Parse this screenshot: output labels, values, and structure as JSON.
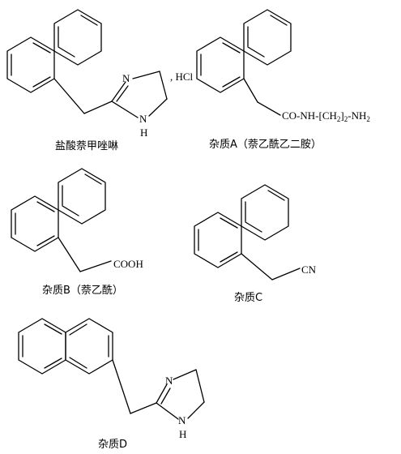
{
  "figure": {
    "structures": [
      {
        "id": "naphazoline-hcl",
        "caption": "盐酸萘甲唑啉",
        "atoms": {
          "n_top": "N",
          "n_bottom": "N",
          "h_bottom": "H",
          "salt": ", HCl"
        }
      },
      {
        "id": "impurity-a",
        "caption": "杂质A（萘乙酰乙二胺）",
        "substituent": {
          "main": "CO-NH-[CH",
          "sub1": "2",
          "mid": "]",
          "sub2": "2",
          "end": "-NH",
          "sub3": "2"
        }
      },
      {
        "id": "impurity-b",
        "caption": "杂质B（萘乙酰）",
        "substituent": "COOH"
      },
      {
        "id": "impurity-c",
        "caption": "杂质C",
        "substituent": "CN"
      },
      {
        "id": "impurity-d",
        "caption": "杂质D",
        "atoms": {
          "n_top": "N",
          "n_bottom": "N",
          "h_bottom": "H"
        }
      }
    ]
  }
}
